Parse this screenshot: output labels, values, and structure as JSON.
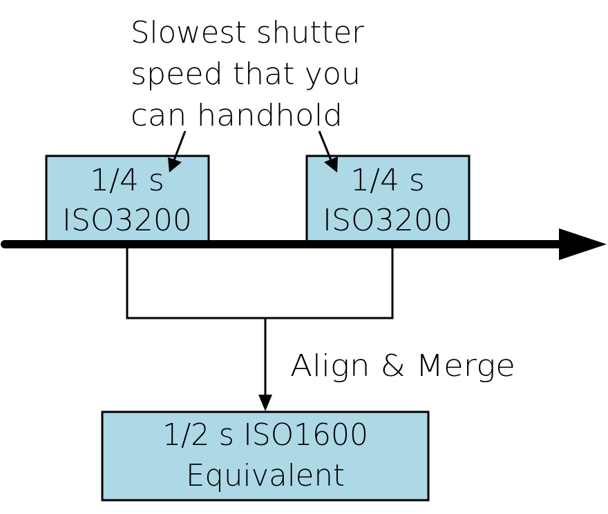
{
  "annotation": {
    "lines": [
      "Slowest shutter",
      "speed that you",
      "can handhold"
    ]
  },
  "exposures": [
    {
      "shutter": "1/4 s",
      "iso": "ISO3200"
    },
    {
      "shutter": "1/4 s",
      "iso": "ISO3200"
    }
  ],
  "merge_label": "Align & Merge",
  "result": {
    "line1": "1/2 s ISO1600",
    "line2": "Equivalent"
  },
  "colors": {
    "box_fill": "#add8e6",
    "stroke": "#000000",
    "background": "#ffffff"
  }
}
